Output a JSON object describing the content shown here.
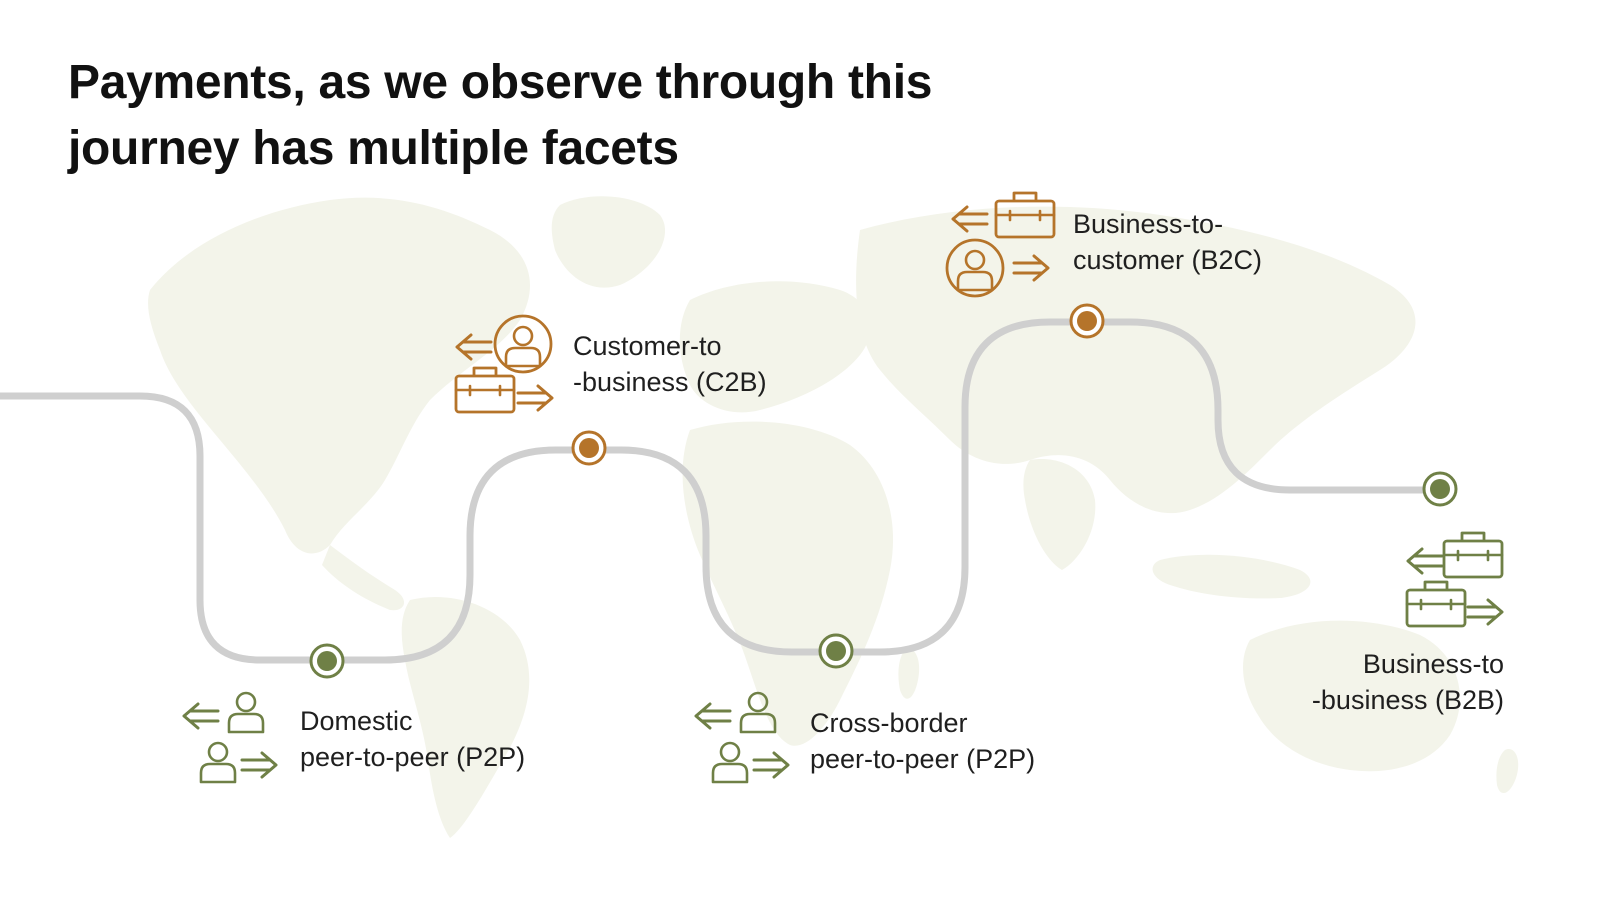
{
  "title": {
    "line1": "Payments, as we observe through this",
    "line2": "journey has multiple facets"
  },
  "colors": {
    "path": "#cfcfcf",
    "green": "#6f8046",
    "brown": "#b5742a",
    "map": "#f3f4ea",
    "text": "#1f1f1f"
  },
  "steps": [
    {
      "id": "domestic-p2p",
      "line1": "Domestic",
      "line2": "peer-to-peer (P2P)",
      "color": "green",
      "icon": "people-exchange-icon"
    },
    {
      "id": "c2b",
      "line1": "Customer-to",
      "line2": "-business (C2B)",
      "color": "brown",
      "icon": "customer-business-exchange-icon"
    },
    {
      "id": "cross-border-p2p",
      "line1": "Cross-border",
      "line2": "peer-to-peer (P2P)",
      "color": "green",
      "icon": "people-exchange-icon"
    },
    {
      "id": "b2c",
      "line1": "Business-to-",
      "line2": "customer (B2C)",
      "color": "brown",
      "icon": "business-customer-exchange-icon"
    },
    {
      "id": "b2b",
      "line1": "Business-to",
      "line2": "-business (B2B)",
      "color": "green",
      "icon": "business-business-exchange-icon"
    }
  ]
}
